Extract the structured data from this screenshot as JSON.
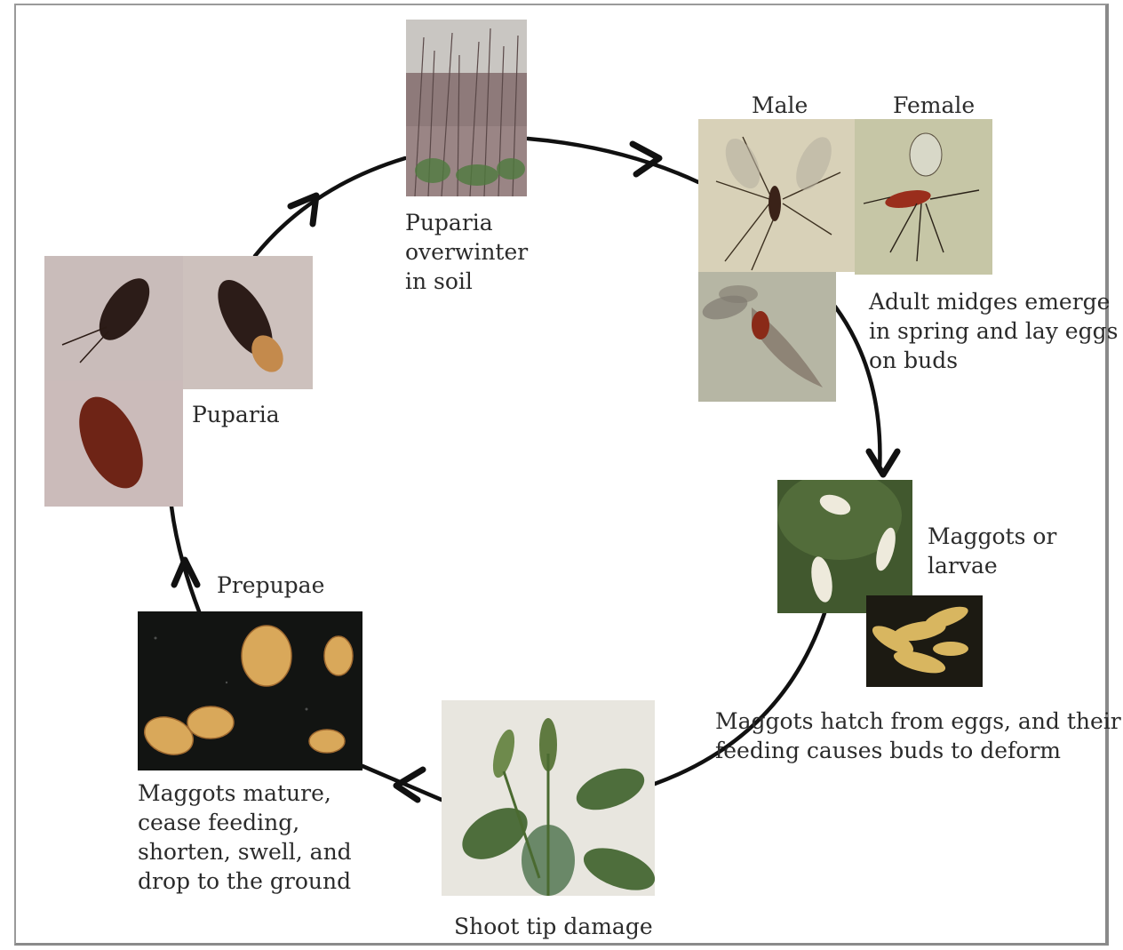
{
  "stages": {
    "overwinter": {
      "lines": [
        "Puparia",
        "overwinter",
        "in soil"
      ]
    },
    "adults": {
      "male_label": "Male",
      "female_label": "Female",
      "lines": [
        "Adult midges emerge",
        "in spring and lay eggs",
        "on buds"
      ]
    },
    "larvae": {
      "lines": [
        "Maggots or",
        "larvae"
      ]
    },
    "hatch": {
      "lines": [
        "Maggots hatch from eggs, and their",
        "feeding causes buds to deform"
      ]
    },
    "shoot": {
      "label": "Shoot tip damage"
    },
    "mature": {
      "lines": [
        "Maggots mature,",
        "cease feeding,",
        "shorten, swell, and",
        "drop to the ground"
      ]
    },
    "prepupae": {
      "label": "Prepupae"
    },
    "puparia": {
      "label": "Puparia"
    }
  },
  "colors": {
    "arrow": "#111111",
    "frame": "#9a9a9a"
  }
}
